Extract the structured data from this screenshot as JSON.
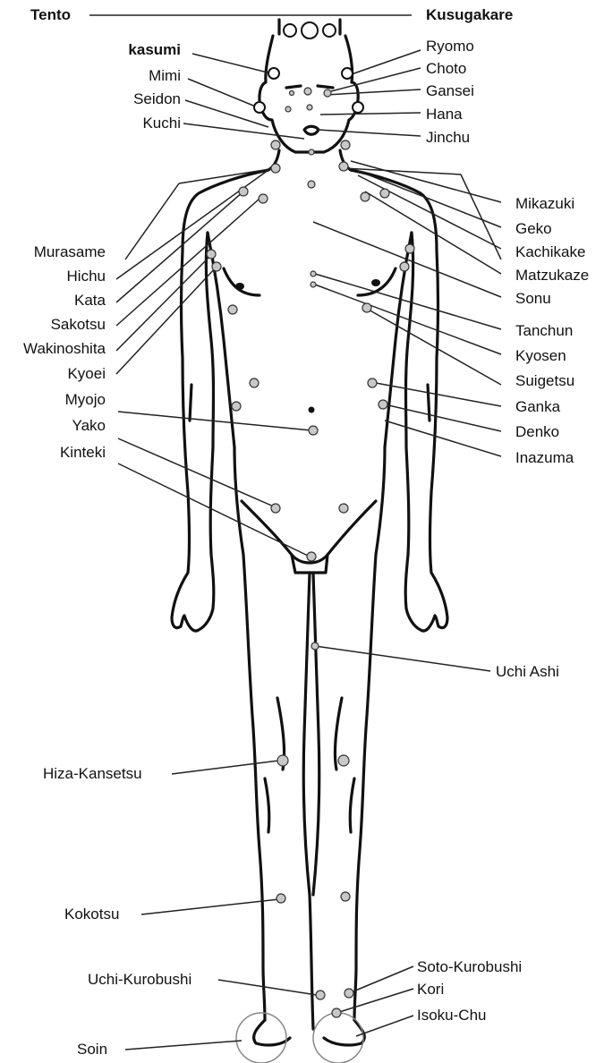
{
  "title_left": "Tento",
  "title_right": "Kusugakare",
  "labels": {
    "kasumi": "kasumi",
    "mimi": "Mimi",
    "seidon": "Seidon",
    "kuchi": "Kuchi",
    "ryomo": "Ryomo",
    "choto": "Choto",
    "gansei": "Gansei",
    "hana": "Hana",
    "jinchu": "Jinchu",
    "mikazuki": "Mikazuki",
    "geko": "Geko",
    "kachikake": "Kachikake",
    "matzukaze": "Matzukaze",
    "sonu": "Sonu",
    "tanchun": "Tanchun",
    "kyosen": "Kyosen",
    "suigetsu": "Suigetsu",
    "ganka": "Ganka",
    "denko": "Denko",
    "inazuma": "Inazuma",
    "murasame": "Murasame",
    "hichu": "Hichu",
    "kata": "Kata",
    "sakotsu": "Sakotsu",
    "wakinoshita": "Wakinoshita",
    "kyoei": "Kyoei",
    "myojo": "Myojo",
    "yako": "Yako",
    "kinteki": "Kinteki",
    "uchi_ashi": "Uchi Ashi",
    "hiza_kansetsu": "Hiza-Kansetsu",
    "kokotsu": "Kokotsu",
    "uchi_kurobushi": "Uchi-Kurobushi",
    "soto_kurobushi": "Soto-Kurobushi",
    "kori": "Kori",
    "isoku_chu": "Isoku-Chu",
    "soin": "Soin"
  },
  "colors": {
    "outline": "#111111",
    "leader": "#222222",
    "point_fill": "#c8c8c8",
    "point_stroke": "#333333",
    "background": "#ffffff"
  }
}
